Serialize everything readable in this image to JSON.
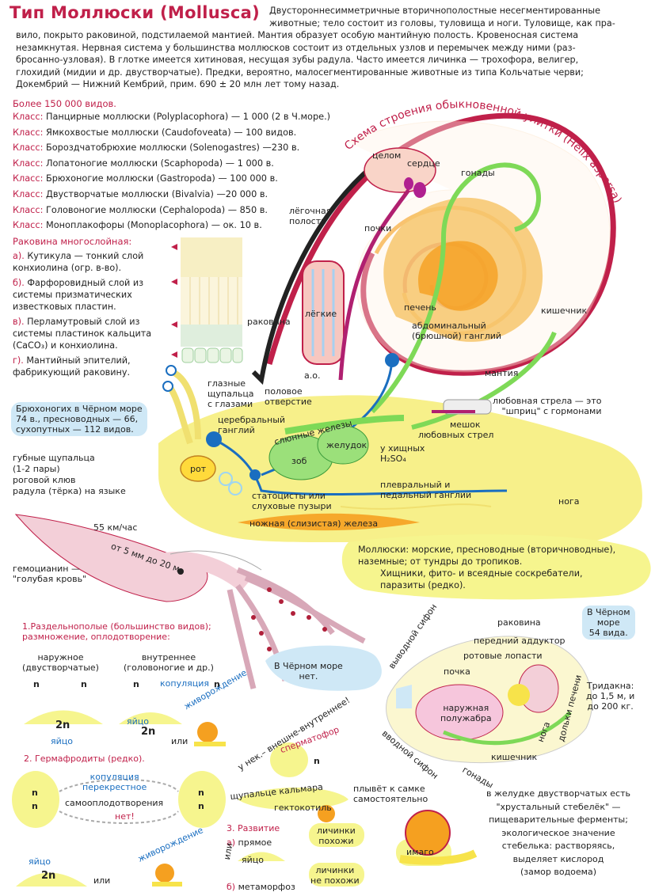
{
  "title": "Тип Моллюски (Mollusca)",
  "intro_lines": [
    "Двусторонне­симметричные вторичнополостные несегментированные",
    "животные; тело состоит из головы, туловища и ноги. Туловище, как пра-"
  ],
  "intro_rest": [
    "вило, покрыто раковиной, подстилаемой мантией. Мантия образует особую мантийную полость. Кровеносная система",
    "незамкнутая. Нервная система у большинства моллюсков состоит из отдельных узлов и перемычек между ними (раз-",
    "бросанно-узловая). В глотке имеется хитиновая, несущая зубы радула. Часто имеется личинка — трохофора, велигер,",
    "глохидий (мидии и др. двустворчатые). Предки, вероятно, малосегментированные животные из типа Кольчатые черви;",
    "Докембрий — Нижний Кембрий, прим. 690 ± 20 млн лет тому назад."
  ],
  "species_count": "Более 150 000 видов.",
  "class_prefix": "Класс:",
  "classes": [
    "Панцирные моллюски (Polyplacophora) — 1 000 (2 в Ч.море.)",
    "Ямкохвостые моллюски (Caudofoveata) — 100 видов.",
    "Бороздчатобрюхие моллюски (Solenogastres) —230 в.",
    "Лопатоногие моллюски (Scaphopoda) — 1 000 в.",
    "Брюхоногие моллюски (Gastropoda) — 100 000 в.",
    "Двустворчатые моллюски (Bivalvia) —20 000 в.",
    "Головоногие моллюски (Cephalopoda) — 850 в.",
    "Моноплакофоры (Monoplacophora) — ок. 10 в."
  ],
  "shell": {
    "heading": "Раковина многослойная:",
    "layers": [
      {
        "letter": "а).",
        "lines": [
          "Кутикула — тонкий слой",
          "конхиолина (огр. в-во)."
        ]
      },
      {
        "letter": "б).",
        "lines": [
          "Фарфоровидный слой из",
          "системы призматических",
          "известковых пластин."
        ]
      },
      {
        "letter": "в).",
        "lines": [
          "Перламутровый слой из",
          "системы пластинок кальцита",
          "(CaCO₃) и конхиолина."
        ]
      },
      {
        "letter": "г).",
        "lines": [
          "Мантийный эпителий,",
          "фабрикующий раковину."
        ]
      }
    ]
  },
  "snail": {
    "scheme_title": "Схема строения обыкновенной улитки (Helix aspersa)",
    "labels": {
      "coelom": "целом",
      "heart": "сердце",
      "gonads": "гонады",
      "kidneys": "почки",
      "lung_cavity_1": "лёгочная",
      "lung_cavity_2": "полость",
      "lungs": "лёгкие",
      "liver": "печень",
      "intestine": "кишечник",
      "abdominal_1": "абдоминальный",
      "abdominal_2": "(брюшной) ганглий",
      "mantle": "мантия",
      "shell": "раковина",
      "ao": "а.о.",
      "eye_tentacles_1": "глазные",
      "eye_tentacles_2": "щупальца",
      "eye_tentacles_3": "с глазами",
      "genital_1": "половое",
      "genital_2": "отверстие",
      "love_dart_1": "любовная стрела — это",
      "love_dart_2": "\"шприц\" с гормонами",
      "cerebral_1": "церебральный",
      "cerebral_2": "ганглий",
      "salivary": "слюнные железы",
      "stomach": "желудок",
      "dart_sac_1": "мешок",
      "dart_sac_2": "любовных стрел",
      "predators_1": "у хищных",
      "predators_2": "H₂SO₄",
      "crop": "зоб",
      "mouth": "рот",
      "statocysts_1": "статоцисты или",
      "statocysts_2": "слуховые пузыри",
      "pleural_1": "плевральный и",
      "pleural_2": "педальный ганглии",
      "foot": "нога",
      "foot_gland": "ножная (слизистая) железа"
    }
  },
  "gastro_black_sea": [
    "Брюхоногих в Чёрном море",
    "74 в., пресноводных — 66,",
    "сухопутных — 112 видов."
  ],
  "mouthparts": [
    "губные щупальца",
    "(1-2 пары)",
    "роговой клюв",
    "радула (тёрка) на языке"
  ],
  "squid": {
    "speed": "55 км/час",
    "size": "от 5 мм до 20 м",
    "hemocyanin_1": "гемоцианин —",
    "hemocyanin_2": "\"голубая кровь\"",
    "black_sea_1": "В Чёрном море",
    "black_sea_2": "нет."
  },
  "habitat": [
    "Моллюски: морские, пресноводные (вторичноводные),",
    "наземные; от тундры до тропиков.",
    "Хищники, фито- и всеядные соскребатели,",
    "паразиты (редко)."
  ],
  "bivalve": {
    "black_sea_1": "В Чёрном",
    "black_sea_2": "море",
    "black_sea_3": "54 вида.",
    "shell": "раковина",
    "outlet_siphon": "выводной сифон",
    "front_adductor": "передний аддуктор",
    "oral_lobes": "ротовые лопасти",
    "kidney": "почка",
    "outer_halfgill_1": "наружная",
    "outer_halfgill_2": "полужабра",
    "liver_lobes_1": "дольки",
    "liver_lobes_2": "печени",
    "foot": "нога",
    "intestine": "кишечник",
    "inlet_siphon": "вводной сифон",
    "gonads": "гонады",
    "tridacna_1": "Тридакна:",
    "tridacna_2": "до 1,5 м, и",
    "tridacna_3": "до 200 кг.",
    "crystal_style": [
      "в желудке двустворчатых есть",
      "\"хрустальный стебелёк\" —",
      "пищеварительные ферменты;",
      "экологическое значение",
      "стебелька: растворяясь,",
      "выделяет кислород",
      "(замор водоема)"
    ]
  },
  "reproduction": {
    "section1_1": "1.Раздельнополые (большинство видов);",
    "section1_2": "размножение, оплодотворение:",
    "external_1": "наружное",
    "external_2": "(двустворчатые)",
    "internal_1": "внутреннее",
    "internal_2": "(головоногие и др.)",
    "copulation": "копуляция",
    "n": "n",
    "two_n": "2n",
    "egg": "яйцо",
    "or": "или",
    "viviparity": "живорождение",
    "some_ext_int": "у нек.– внешне-внутреннее!",
    "spermatophore": "сперматофор",
    "squid_tentacle": "щупальце кальмара",
    "hectocotylus": "гектокотиль",
    "swims_1": "плывёт к самке",
    "swims_2": "самостоятельно",
    "section2": "2. Гермафродиты (редко).",
    "cross_copulation_1": "копуляция",
    "cross_copulation_2": "перекрестное",
    "self_fert": "самооплодотворения",
    "no": "нет!"
  },
  "development": {
    "title": "3. Развитие",
    "direct_letter": "а)",
    "direct": "прямое",
    "metamorph_letter": "б)",
    "metamorph": "метаморфоз",
    "or": "или",
    "egg": "яйцо",
    "larvae_similar_1": "личинки",
    "larvae_similar_2": "похожи",
    "larvae_different_1": "личинки",
    "larvae_different_2": "не похожи",
    "imago": "имаго"
  },
  "colors": {
    "accent_pink": "#c0204a",
    "yellow": "#f5f08c",
    "orange": "#f5a020",
    "blue": "#1a6ec0",
    "green": "#7ed957",
    "light_blue": "#cfe8f6"
  }
}
